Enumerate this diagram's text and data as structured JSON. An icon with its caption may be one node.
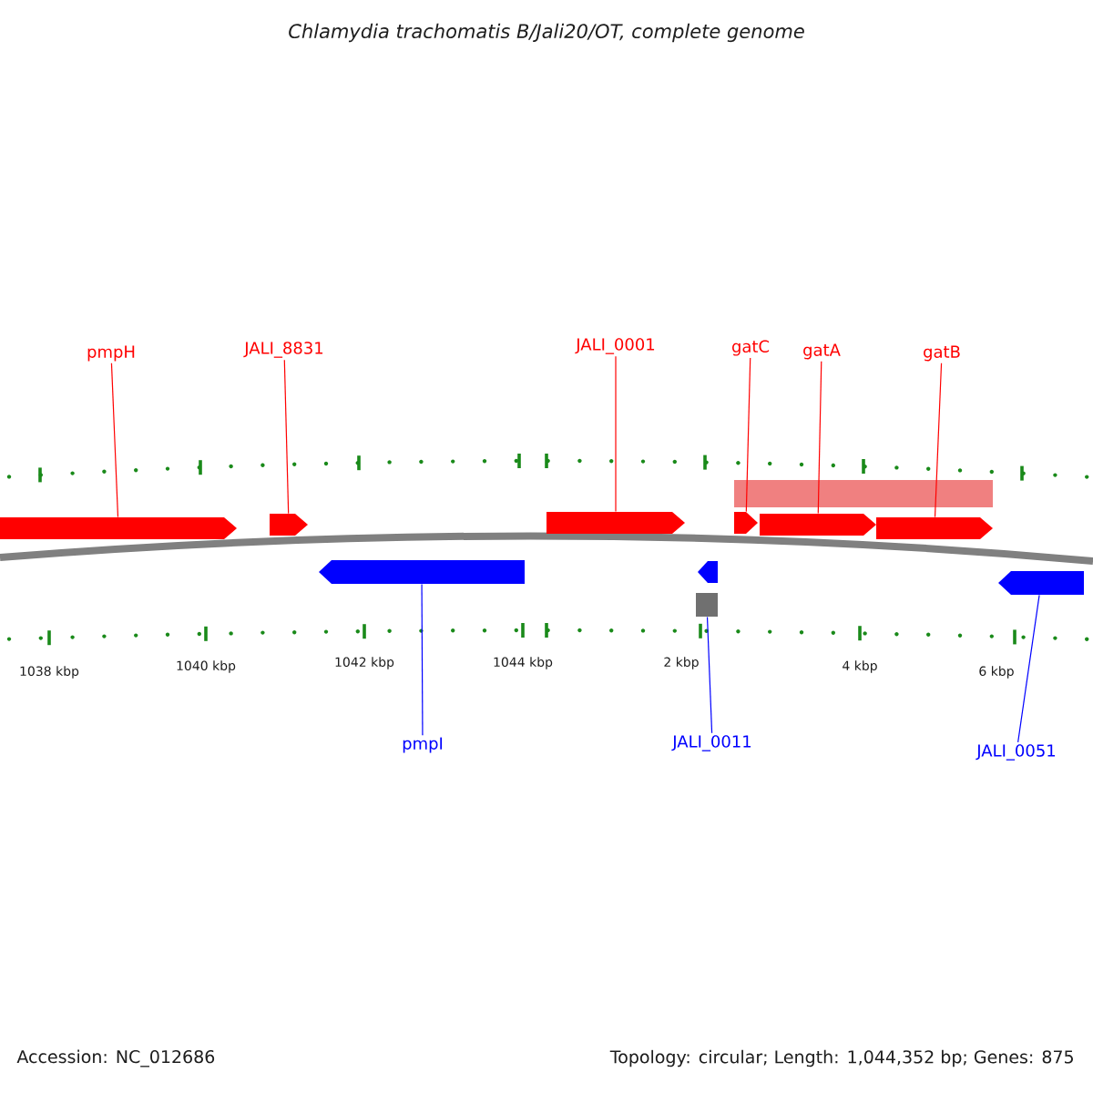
{
  "diagram": {
    "title": "Chlamydia trachomatis B/Jali20/OT, complete genome",
    "nodes": [
      {
        "text": [
          "pmpH"
        ]
      },
      {
        "text": [
          "JALI_8831"
        ]
      },
      {
        "text": [
          "JALI_0001"
        ]
      },
      {
        "text": [
          "gatC"
        ]
      },
      {
        "text": [
          "gatA"
        ]
      },
      {
        "text": [
          "gatB"
        ]
      },
      {
        "text": [
          "pmpI"
        ]
      },
      {
        "text": [
          "JALI_0011"
        ]
      },
      {
        "text": [
          "JALI_0051"
        ]
      },
      {
        "text": [],
        "shape": "arrow"
      },
      {
        "text": [],
        "shape": "arrow"
      },
      {
        "text": [],
        "shape": "arrow"
      },
      {
        "text": [],
        "shape": "arrow"
      },
      {
        "text": [],
        "shape": "arrow"
      },
      {
        "text": [],
        "shape": "arrow"
      },
      {
        "text": [],
        "shape": "bar"
      },
      {
        "text": [],
        "shape": "arrow"
      },
      {
        "text": [],
        "shape": "arrow"
      },
      {
        "text": [],
        "shape": "box"
      },
      {
        "text": [],
        "shape": "arrow"
      }
    ],
    "edges": [
      {
        "from": 0,
        "to": 9,
        "arrow": "none"
      },
      {
        "from": 1,
        "to": 10,
        "arrow": "none"
      },
      {
        "from": 2,
        "to": 11,
        "arrow": "none"
      },
      {
        "from": 3,
        "to": 12,
        "arrow": "none"
      },
      {
        "from": 4,
        "to": 13,
        "arrow": "none"
      },
      {
        "from": 5,
        "to": 14,
        "arrow": "none"
      },
      {
        "from": 6,
        "to": 16,
        "arrow": "none",
        "color": "#0000ff"
      },
      {
        "from": 7,
        "to": 18,
        "arrow": "none",
        "color": "#0000ff"
      },
      {
        "from": 8,
        "to": 19,
        "arrow": "none",
        "color": "#0000ff"
      }
    ],
    "labels": [
      "1038 kbp",
      "1040 kbp",
      "1042 kbp",
      "1044 kbp",
      "2 kbp",
      "4 kbp",
      "6 kbp",
      "Accession: NC_012686",
      "Topology: circular; Length: 1,044,352 bp; Genes: 875"
    ]
  }
}
